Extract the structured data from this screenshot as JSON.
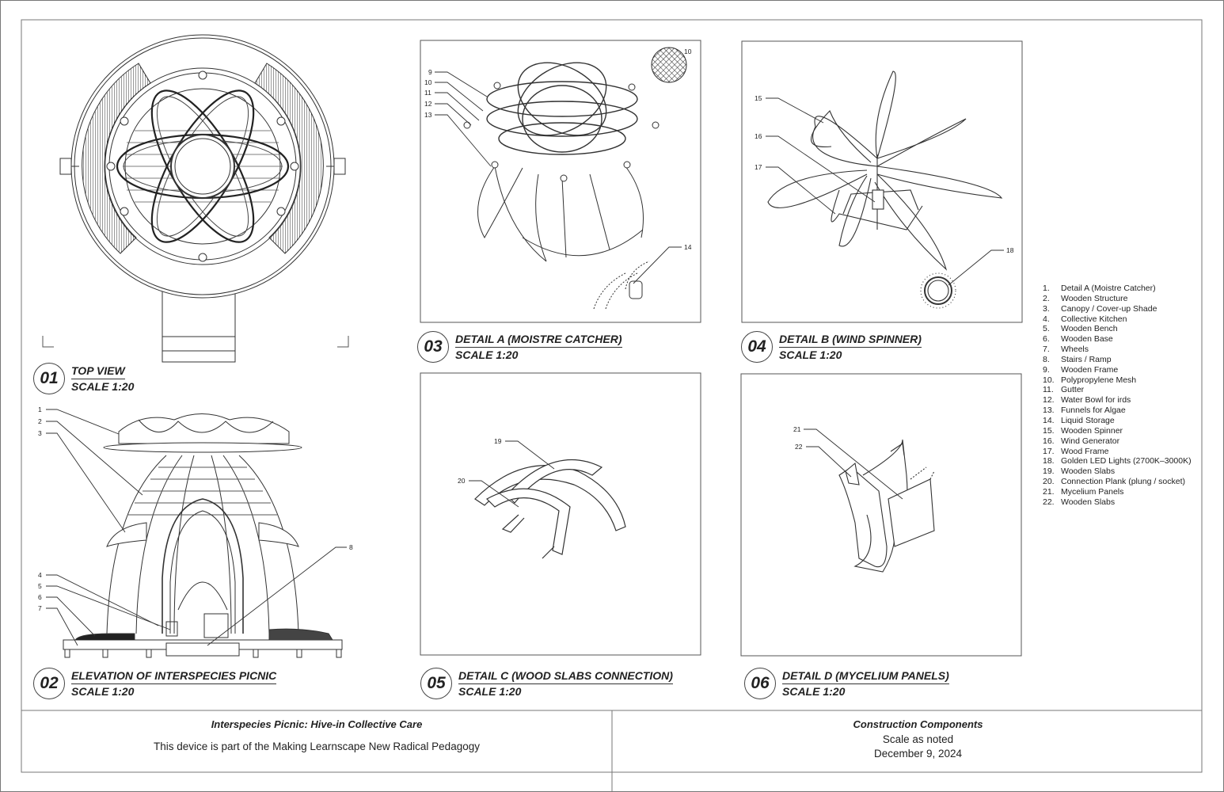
{
  "views": [
    {
      "num": "01",
      "title": "TOP VIEW",
      "scale": "SCALE 1:20"
    },
    {
      "num": "02",
      "title": "ELEVATION OF INTERSPECIES PICNIC",
      "scale": "SCALE 1:20"
    },
    {
      "num": "03",
      "title": "DETAIL A (MOISTRE CATCHER)",
      "scale": "SCALE 1:20"
    },
    {
      "num": "04",
      "title": "DETAIL B (WIND SPINNER)",
      "scale": "SCALE 1:20"
    },
    {
      "num": "05",
      "title": "DETAIL C (WOOD SLABS CONNECTION)",
      "scale": "SCALE 1:20"
    },
    {
      "num": "06",
      "title": "DETAIL D (MYCELIUM PANELS)",
      "scale": "SCALE 1:20"
    }
  ],
  "legend": [
    {
      "n": "1.",
      "text": "Detail A (Moistre Catcher)"
    },
    {
      "n": "2.",
      "text": "Wooden Structure"
    },
    {
      "n": "3.",
      "text": "Canopy / Cover-up Shade"
    },
    {
      "n": "4.",
      "text": "Collective Kitchen"
    },
    {
      "n": "5.",
      "text": "Wooden Bench"
    },
    {
      "n": "6.",
      "text": "Wooden Base"
    },
    {
      "n": "7.",
      "text": "Wheels"
    },
    {
      "n": "8.",
      "text": "Stairs / Ramp"
    },
    {
      "n": "9.",
      "text": "Wooden Frame"
    },
    {
      "n": "10.",
      "text": "Polypropylene Mesh"
    },
    {
      "n": "11.",
      "text": "Gutter"
    },
    {
      "n": "12.",
      "text": "Water Bowl for irds"
    },
    {
      "n": "13.",
      "text": "Funnels for Algae"
    },
    {
      "n": "14.",
      "text": "Liquid Storage"
    },
    {
      "n": "15.",
      "text": "Wooden Spinner"
    },
    {
      "n": "16.",
      "text": "Wind Generator"
    },
    {
      "n": "17.",
      "text": "Wood Frame"
    },
    {
      "n": "18.",
      "text": "Golden LED Lights (2700K–3000K)"
    },
    {
      "n": "19.",
      "text": "Wooden Slabs"
    },
    {
      "n": "20.",
      "text": "Connection Plank (plung / socket)"
    },
    {
      "n": "21.",
      "text": "Mycelium Panels"
    },
    {
      "n": "22.",
      "text": "Wooden Slabs"
    }
  ],
  "callouts": {
    "c1": "1",
    "c2": "2",
    "c3": "3",
    "c4": "4",
    "c5": "5",
    "c6": "6",
    "c7": "7",
    "c8": "8",
    "c9": "9",
    "c10": "10",
    "c11": "11",
    "c12": "12",
    "c13": "13",
    "c14": "14",
    "c15": "15",
    "c16": "16",
    "c17": "17",
    "c18": "18",
    "c19": "19",
    "c20": "20",
    "c21": "21",
    "c22": "22"
  },
  "footer": {
    "project_title": "Interspecies Picnic: Hive-in Collective Care",
    "project_note": "This device is part of the Making Learnscape New Radical Pedagogy",
    "sheet_title": "Construction Components",
    "scale_note": "Scale as noted",
    "date": "December 9, 2024"
  }
}
